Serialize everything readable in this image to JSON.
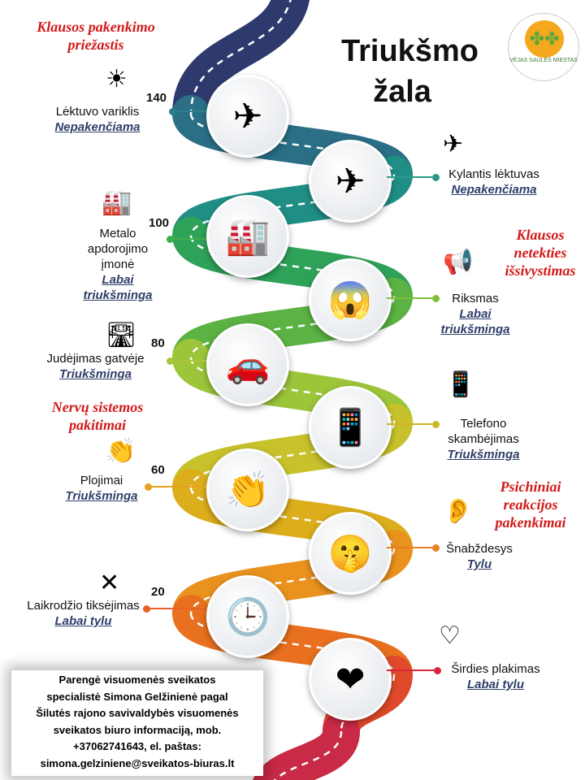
{
  "title": {
    "line1": "Triukšmo",
    "line2": "žala"
  },
  "logo": {
    "text": "VĖJAS SAULĖS MIESTAS"
  },
  "effects": [
    "Klausos pakenkimo priežastis",
    "Klausos netekties išsivystimas",
    "Nervų sistemos pakitimai",
    "Psichiniai reakcijos pakenkimai"
  ],
  "sources": [
    {
      "name": "Lėktuvo variklis",
      "level": "Nepakenčiama",
      "db": "140"
    },
    {
      "name": "Kylantis lėktuvas",
      "level": "Nepakenčiama"
    },
    {
      "name": "Metalo apdorojimo įmonė",
      "level": "Labai triukšminga",
      "db": "100"
    },
    {
      "name": "Riksmas",
      "level": "Labai triukšminga"
    },
    {
      "name": "Judėjimas gatvėje",
      "level": "Triukšminga",
      "db": "80"
    },
    {
      "name": "Telefono skambėjimas",
      "level": "Triukšminga"
    },
    {
      "name": "Plojimai",
      "level": "Triukšminga",
      "db": "60"
    },
    {
      "name": "Šnabždesys",
      "level": "Tylu"
    },
    {
      "name": "Laikrodžio tiksėjimas",
      "level": "Labai tylu",
      "db": "20"
    },
    {
      "name": "Širdies plakimas",
      "level": "Labai tylu"
    }
  ],
  "colors": [
    "#2e3a6e",
    "#2a6f86",
    "#1f8f86",
    "#2fa25a",
    "#5cb243",
    "#9cc53a",
    "#c7c22b",
    "#dcae1c",
    "#e9921e",
    "#e8701f",
    "#e04a2a",
    "#c92a45",
    "#7a2c6e"
  ],
  "credit": [
    "Parengė visuomenės sveikatos",
    "specialistė Simona Gelžinienė pagal",
    "Šilutės rajono savivaldybės visuomenės",
    "sveikatos biuro informaciją, mob.",
    "+37062741643,  el. paštas:",
    "simona.gelziniene@sveikatos-biuras.lt"
  ]
}
